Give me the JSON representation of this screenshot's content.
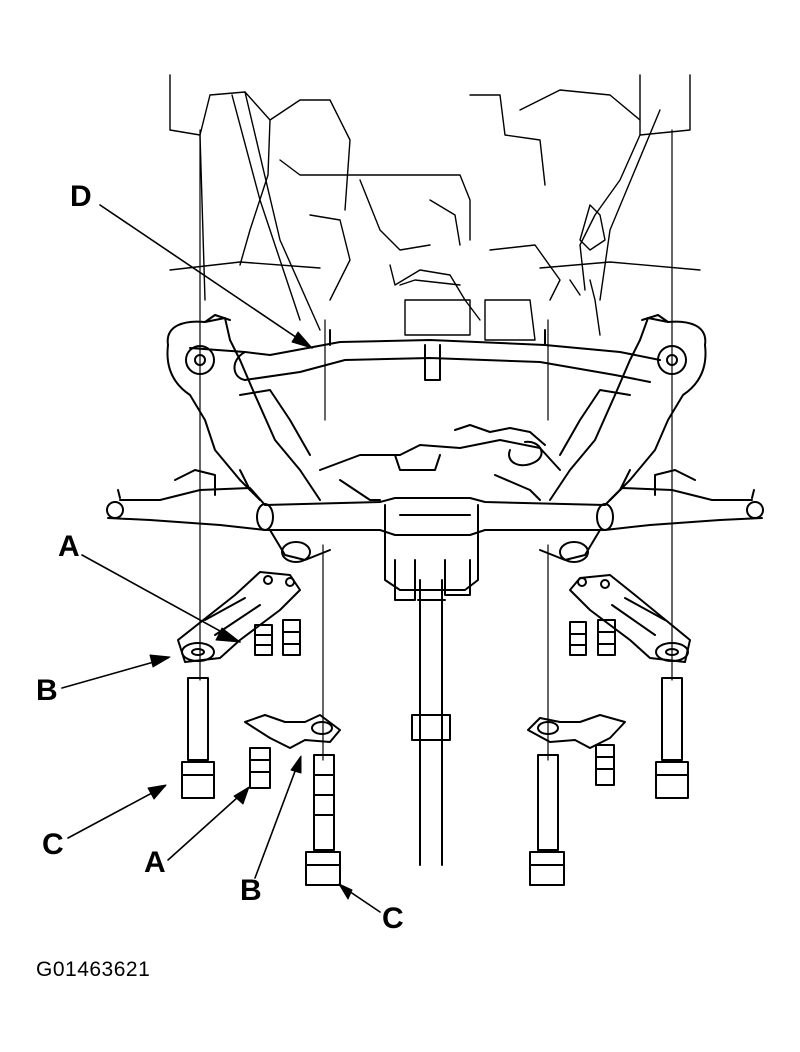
{
  "figure_id": "G01463621",
  "colors": {
    "line": "#000000",
    "background": "#ffffff"
  },
  "callouts": {
    "d": "D",
    "a_left": "A",
    "b_left": "B",
    "c_left": "C",
    "a_bottom": "A",
    "b_bottom": "B",
    "c_bottom": "C"
  }
}
